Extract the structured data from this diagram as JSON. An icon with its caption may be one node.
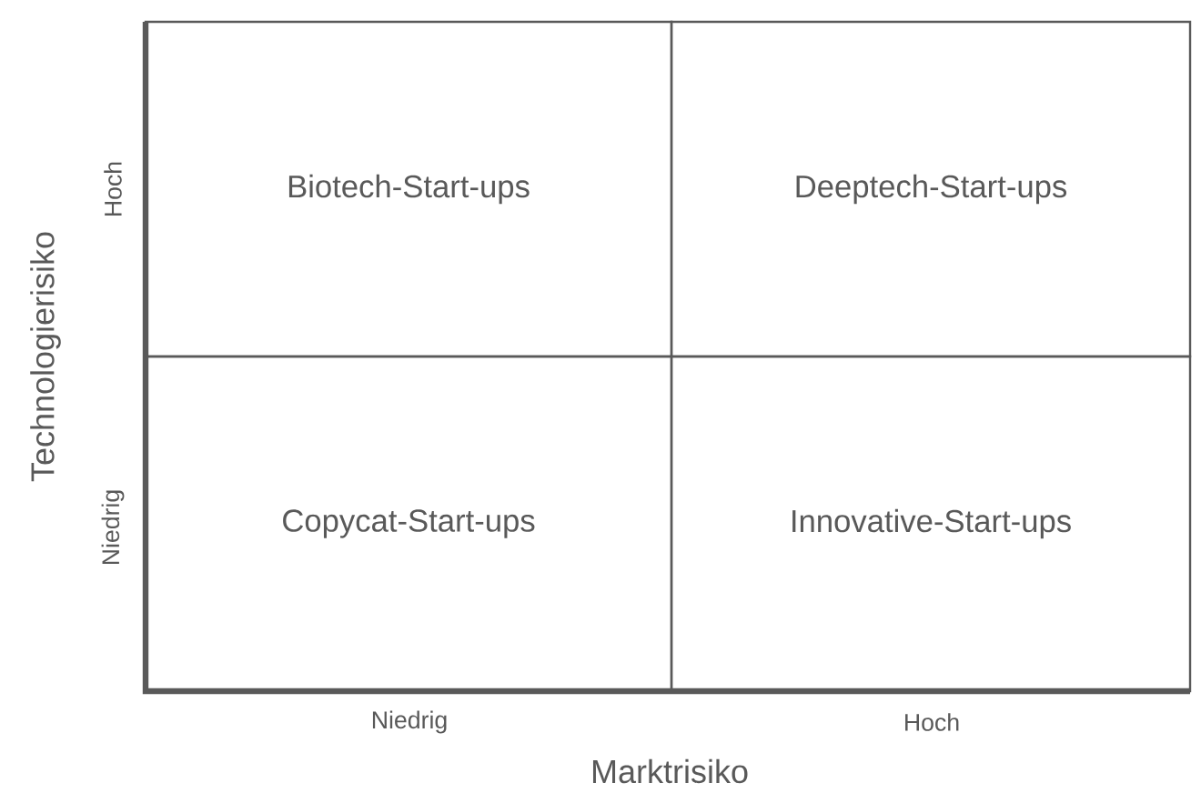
{
  "diagram": {
    "nodes": [
      {
        "text": [
          "Biotech-Start-ups"
        ]
      },
      {
        "text": [
          "Deeptech-Start-ups"
        ]
      },
      {
        "text": [
          "Copycat-Start-ups"
        ]
      },
      {
        "text": [
          "Innovative-Start-ups"
        ]
      }
    ],
    "labels": [
      "Technologierisiko",
      "Hoch",
      "Niedrig",
      "Niedrig",
      "Hoch",
      "Marktrisiko"
    ]
  }
}
